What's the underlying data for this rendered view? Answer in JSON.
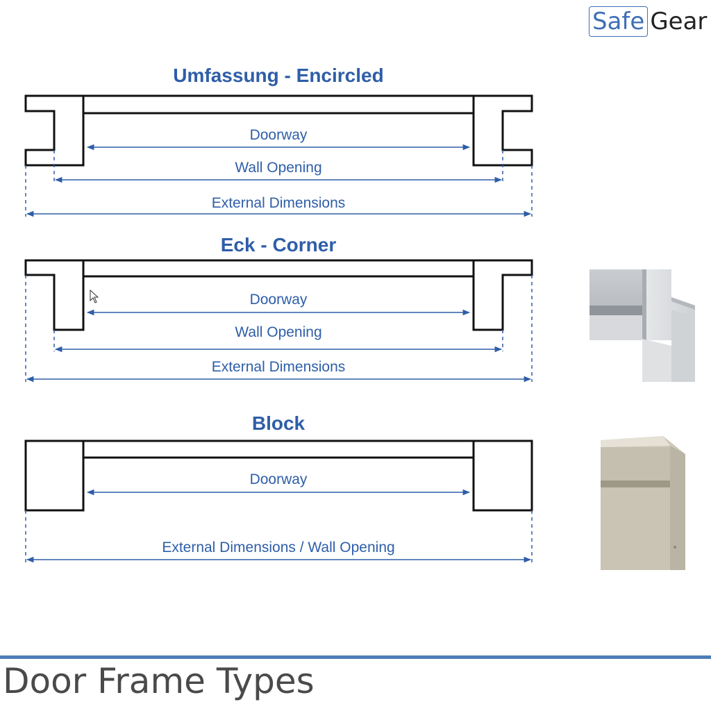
{
  "brand": {
    "part1": "Safe",
    "part2": "Gear",
    "accent_color": "#3f6fb5"
  },
  "sections": [
    {
      "title": "Umfassung - Encircled",
      "dimensions": [
        "Doorway",
        "Wall Opening",
        "External Dimensions"
      ]
    },
    {
      "title": "Eck - Corner",
      "dimensions": [
        "Doorway",
        "Wall Opening",
        "External Dimensions"
      ]
    },
    {
      "title": "Block",
      "dimensions": [
        "Doorway",
        "External Dimensions / Wall Opening"
      ]
    }
  ],
  "photos": [
    "corner-frame-photo",
    "block-frame-photo"
  ],
  "colors": {
    "dimension_blue": "#2e5ea8",
    "frame_line": "#111111",
    "footer_rule": "#4f7db8"
  },
  "footer": {
    "title": "Door Frame Types"
  }
}
